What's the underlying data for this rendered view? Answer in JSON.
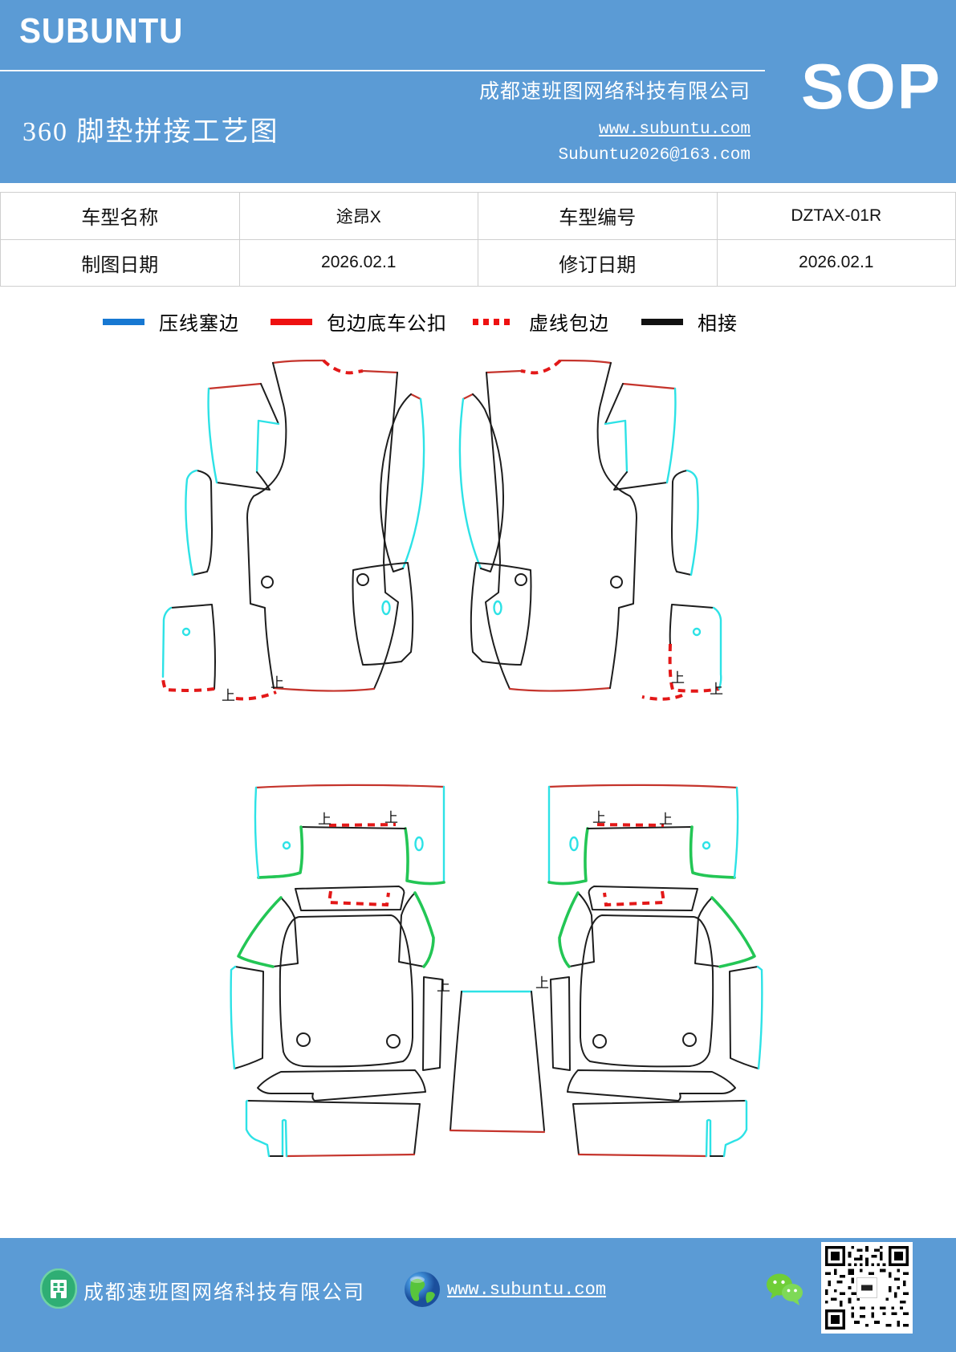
{
  "header": {
    "logo": "SUBUNTU",
    "title": "360 脚垫拼接工艺图",
    "company": "成都速班图网络科技有限公司",
    "website": "www.subuntu.com",
    "email": "Subuntu2026@163.com",
    "sop": "SOP",
    "background_color": "#5b9bd5"
  },
  "table": {
    "rows": [
      {
        "label1": "车型名称",
        "value1": "途昂X",
        "label2": "车型编号",
        "value2": "DZTAX-01R"
      },
      {
        "label1": "制图日期",
        "value1": "2026.02.1",
        "label2": "修订日期",
        "value2": "2026.02.1"
      }
    ]
  },
  "legend": {
    "items": [
      {
        "label": "压线塞边",
        "color": "#1778d2",
        "style": "solid"
      },
      {
        "label": "包边底车公扣",
        "color": "#ee1111",
        "style": "solid"
      },
      {
        "label": "虚线包边",
        "color": "#ee1111",
        "style": "dashed"
      },
      {
        "label": "相接",
        "color": "#111111",
        "style": "solid"
      }
    ]
  },
  "diagram": {
    "marker_label": "上",
    "colors": {
      "press_line": "#2de2e6",
      "binding_edge": "#c5342c",
      "dashed_binding": "#e31818",
      "join_line": "#1d1d1d",
      "accent_green": "#23c655"
    }
  },
  "footer": {
    "company": "成都速班图网络科技有限公司",
    "website": "www.subuntu.com"
  }
}
